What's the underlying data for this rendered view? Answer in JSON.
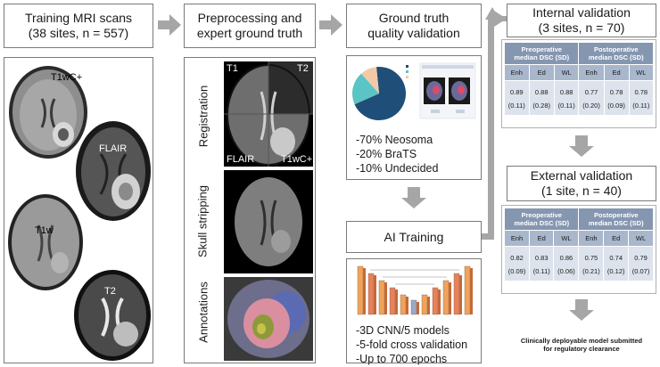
{
  "col1": {
    "title_line1": "Training MRI scans",
    "title_line2": "(38 sites, n = 557)",
    "scan_labels": [
      "T1wC+",
      "FLAIR",
      "T1w",
      "T2"
    ]
  },
  "col2": {
    "title_line1": "Preprocessing and",
    "title_line2": "expert ground truth",
    "steps": [
      "Registration",
      "Skull stripping",
      "Annotations"
    ],
    "quadrant_labels": [
      "T1",
      "T2",
      "FLAIR",
      "T1wC+"
    ]
  },
  "col3": {
    "gt_title_line1": "Ground truth",
    "gt_title_line2": "quality validation",
    "gt_bullets": [
      "-70% Neosoma",
      "-20% BraTS",
      "-10% Undecided"
    ],
    "ai_title": "AI Training",
    "ai_bullets": [
      "-3D CNN/5 models",
      "-5-fold cross validation",
      "-Up to 700 epochs"
    ]
  },
  "pie_chart": {
    "slices": [
      {
        "label": "Neosoma",
        "value": 70,
        "color": "#1f4e79"
      },
      {
        "label": "BraTS",
        "value": 20,
        "color": "#5bc4c4"
      },
      {
        "label": "Undecided",
        "value": 10,
        "color": "#f4c9a8"
      }
    ]
  },
  "internal": {
    "title_line1": "Internal validation",
    "title_line2": "(3 sites, n = 70)",
    "pre_header_line1": "Preoperative",
    "pre_header_line2": "median DSC (SD)",
    "post_header_line1": "Postoperative",
    "post_header_line2": "median DSC (SD)",
    "subcols": [
      "Enh",
      "Ed",
      "WL",
      "Enh",
      "Ed",
      "WL"
    ],
    "medians": [
      "0.89",
      "0.88",
      "0.88",
      "0.77",
      "0.78",
      "0.78"
    ],
    "sds": [
      "(0.11)",
      "(0.28)",
      "(0.11)",
      "(0.20)",
      "(0.09)",
      "(0.11)"
    ]
  },
  "external": {
    "title_line1": "External validation",
    "title_line2": "(1 site, n = 40)",
    "pre_header_line1": "Preoperative",
    "pre_header_line2": "median DSC (SD)",
    "post_header_line1": "Postoperative",
    "post_header_line2": "median DSC (SD)",
    "subcols": [
      "Enh",
      "Ed",
      "WL",
      "Enh",
      "Ed",
      "WL"
    ],
    "medians": [
      "0.82",
      "0.83",
      "0.86",
      "0.75",
      "0.74",
      "0.79"
    ],
    "sds": [
      "(0.09)",
      "(0.11)",
      "(0.06)",
      "(0.21)",
      "(0.12)",
      "(0.07)"
    ]
  },
  "final": {
    "line1": "Clinically deployable model submitted",
    "line2": "for regulatory clearance"
  },
  "colors": {
    "arrow": "#a6a6a6",
    "table_header": "#8596b0",
    "table_sub": "#a9b7cc",
    "table_cell": "#dde3ec"
  }
}
